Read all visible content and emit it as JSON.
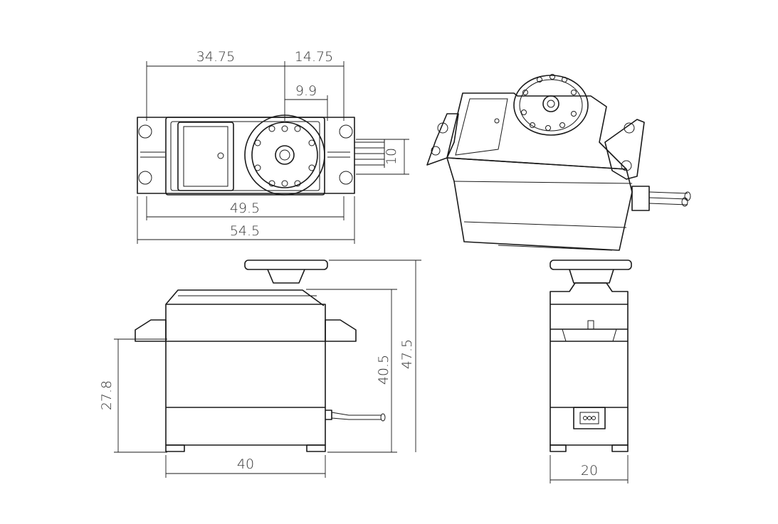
{
  "colors": {
    "line": "#1a1a1a",
    "text": "#333333",
    "background": "#ffffff"
  },
  "dimensions": {
    "top_left_width": "34.75",
    "top_right_width": "14.75",
    "shaft_offset": "9.9",
    "wire_height": "10",
    "mount_hole_span": "49.5",
    "overall_length": "54.5",
    "flange_height": "27.8",
    "body_height": "40.5",
    "overall_height": "47.5",
    "body_length": "40",
    "body_width": "20"
  }
}
